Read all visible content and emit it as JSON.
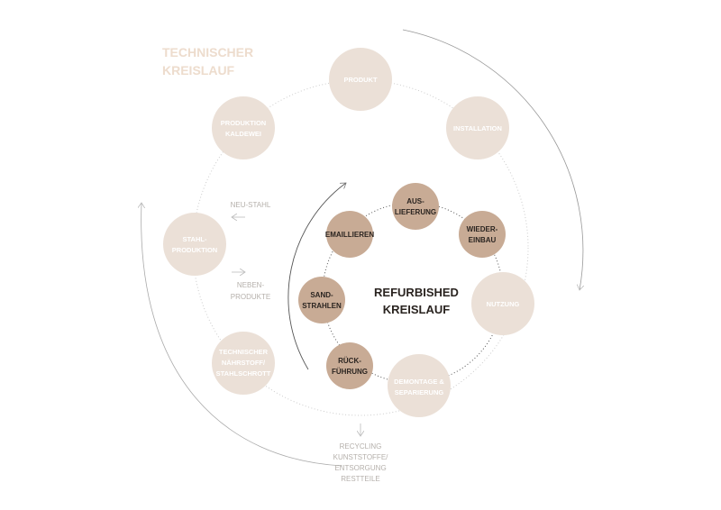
{
  "title": {
    "line1": "TECHNISCHER",
    "line2": "KREISLAUF"
  },
  "center_title": {
    "line1": "REFURBISHED",
    "line2": "KREISLAUF"
  },
  "outer_nodes": [
    {
      "line1": "PRODUKT",
      "line2": ""
    },
    {
      "line1": "INSTALLATION",
      "line2": ""
    },
    {
      "line1": "NUTZUNG",
      "line2": ""
    },
    {
      "line1": "DEMONTAGE &",
      "line2": "SEPARIERUNG"
    },
    {
      "line1": "TECHNISCHER",
      "line2": "NÄHRSTOFF/",
      "line3": "STAHLSCHROTT"
    },
    {
      "line1": "STAHL-",
      "line2": "PRODUKTION"
    },
    {
      "line1": "PRODUKTION",
      "line2": "KALDEWEI"
    }
  ],
  "inner_nodes": [
    {
      "line1": "AUS-",
      "line2": "LIEFERUNG"
    },
    {
      "line1": "WIEDER-",
      "line2": "EINBAU"
    },
    {
      "line1": "EMAILLIEREN",
      "line2": ""
    },
    {
      "line1": "SAND-",
      "line2": "STRAHLEN"
    },
    {
      "line1": "RÜCK-",
      "line2": "FÜHRUNG"
    }
  ],
  "side_labels": {
    "neu_stahl": "NEU-STAHL",
    "neben1": "NEBEN-",
    "neben2": "PRODUKTE"
  },
  "bottom_label": [
    "RECYCLING",
    "KUNSTSTOFFE/",
    "ENTSORGUNG",
    "RESTTEILE"
  ],
  "colors": {
    "light": "#ebe0d7",
    "dark": "#c8ab95",
    "title": "#eddccd"
  }
}
